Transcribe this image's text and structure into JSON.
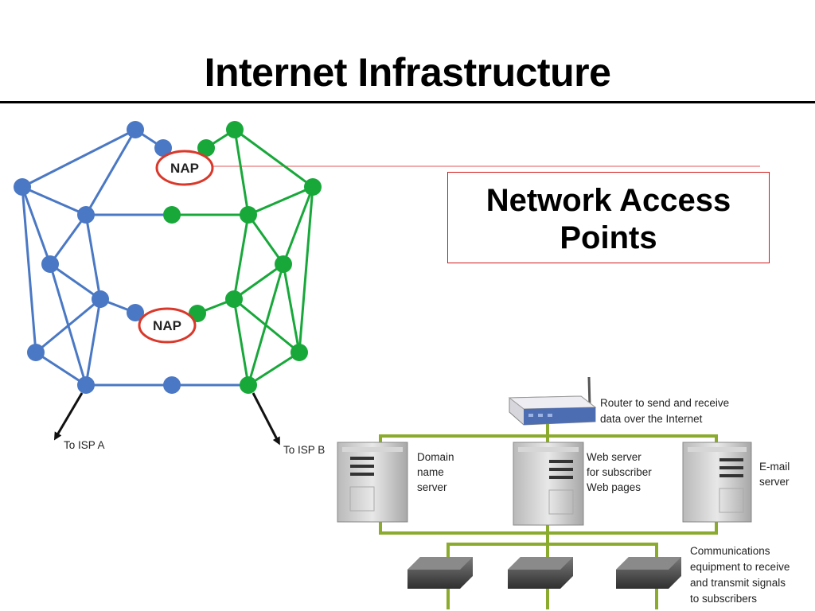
{
  "title": "Internet Infrastructure",
  "callout": {
    "line1": "Network Access",
    "line2": "Points"
  },
  "network": {
    "nap_top": "NAP",
    "nap_bottom": "NAP",
    "isp_a": "To ISP  A",
    "isp_b": "To ISP B"
  },
  "isp_diagram": {
    "router": [
      "Router to send and receive",
      "data over the Internet"
    ],
    "dns": [
      "Domain",
      "name",
      "server"
    ],
    "web": [
      "Web server",
      "for subscriber",
      "Web pages"
    ],
    "email": [
      "E-mail",
      "server"
    ],
    "comm": [
      "Communications",
      "equipment to receive",
      "and transmit signals",
      "to subscribers"
    ]
  },
  "colors": {
    "blue": "#4a78c4",
    "green": "#18a83a",
    "nap_border": "#d9382a",
    "callout_border": "#d11a1a",
    "wire": "#8bab2e"
  }
}
